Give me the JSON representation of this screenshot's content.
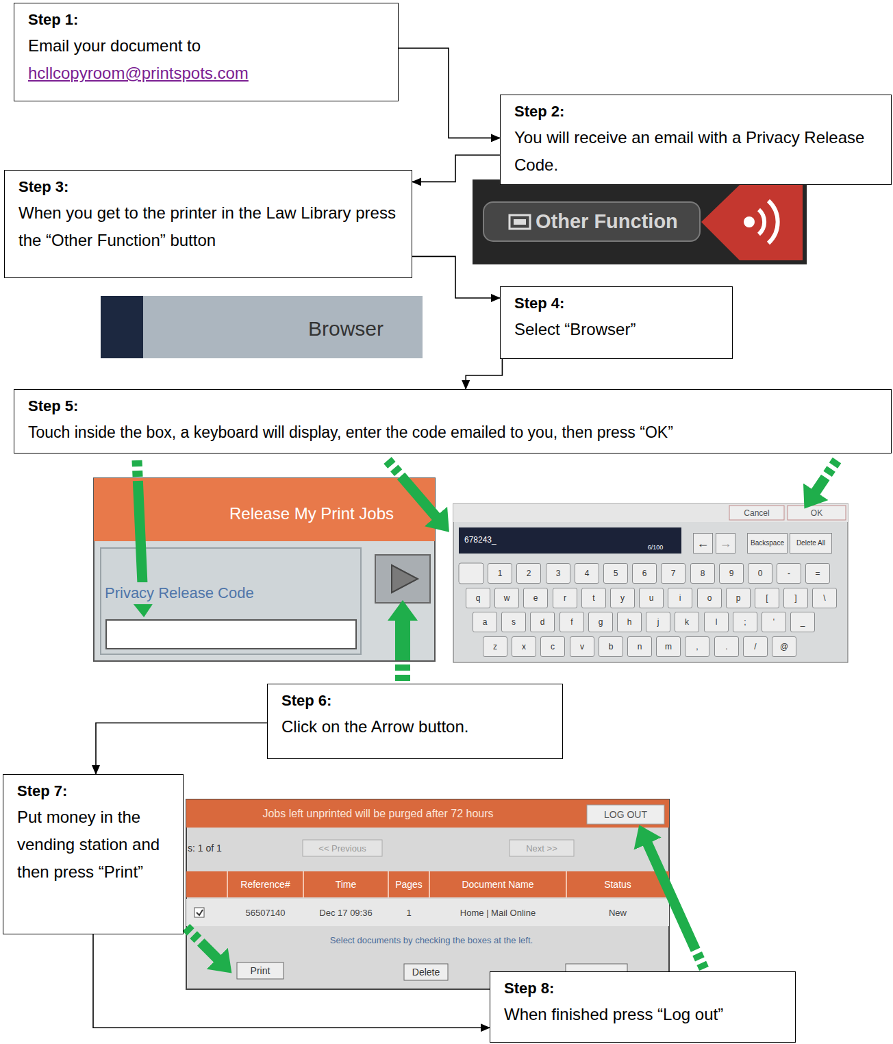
{
  "diagram": {
    "nodes": [
      {
        "text": [
          "Step 1:",
          "Email your document to",
          "hcllcopyroom@printspots.com"
        ]
      },
      {
        "text": [
          "Step 2:",
          "You will receive an email with a Privacy Release Code."
        ]
      },
      {
        "text": [
          "Step 3:",
          "When you get to the printer in the Law Library press the “Other Function” button"
        ]
      },
      {
        "text": [
          "Step 4:",
          "Select “Browser”"
        ]
      },
      {
        "text": [
          "Step 5:",
          "Touch inside the box, a keyboard will display, enter the code emailed to you, then press “OK”"
        ]
      },
      {
        "text": [
          "Step 6:",
          "Click on the Arrow button."
        ]
      },
      {
        "text": [
          "Step 7:",
          "Put money in the vending station and then press “Print”"
        ]
      },
      {
        "text": [
          "Step 8:",
          "When finished press “Log out”"
        ]
      }
    ],
    "edges": [
      {
        "from": 0,
        "to": 1,
        "arrow": "to"
      },
      {
        "from": 1,
        "to": 2,
        "arrow": "to"
      },
      {
        "from": 2,
        "to": 3,
        "arrow": "to"
      },
      {
        "from": 3,
        "to": 4,
        "arrow": "to"
      },
      {
        "from": 5,
        "to": 6,
        "arrow": "to"
      },
      {
        "from": 6,
        "to": 7,
        "arrow": "to"
      }
    ],
    "labels": [
      "Other Function",
      "Browser",
      "Release My Print Jobs",
      "Privacy Release Code",
      "Cancel",
      "OK",
      "678243_",
      "6/100",
      "←",
      "→",
      "Backspace",
      "Delete All",
      "1",
      "2",
      "3",
      "4",
      "5",
      "6",
      "7",
      "8",
      "9",
      "0",
      "-",
      "=",
      "q",
      "w",
      "e",
      "r",
      "t",
      "y",
      "u",
      "i",
      "o",
      "p",
      "[",
      "]",
      "\\",
      "a",
      "s",
      "d",
      "f",
      "g",
      "h",
      "j",
      "k",
      "l",
      ";",
      "'",
      "_",
      "z",
      "x",
      "c",
      "v",
      "b",
      "n",
      "m",
      ",",
      ".",
      "/",
      "@",
      "Jobs left unprinted will be purged after 72 hours",
      "LOG OUT",
      "s: 1 of 1",
      "<< Previous",
      "Next >>",
      "Reference#",
      "Time",
      "Pages",
      "Document Name",
      "Status",
      "56507140",
      "Dec 17 09:36",
      "1",
      "Home | Mail Online",
      "New",
      "Select documents by checking the boxes at the left.",
      "Print",
      "Delete"
    ]
  }
}
